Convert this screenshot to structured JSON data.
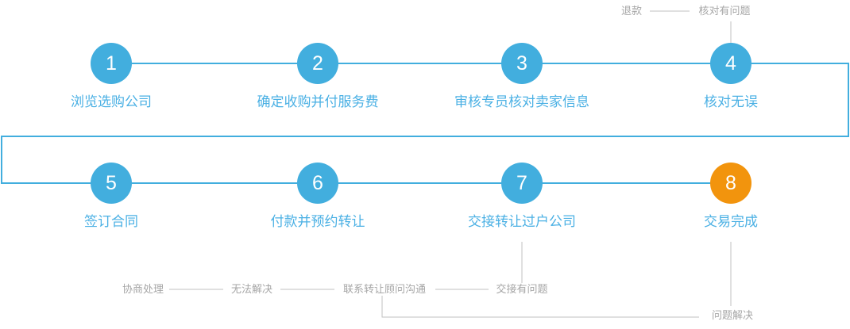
{
  "diagram": {
    "title": "company-transfer-process-flow",
    "colors": {
      "primary": "#42aede",
      "accent": "#f2940d",
      "label": "#4ab0e4",
      "annotation": "#a6a6a6",
      "line": "#42aede",
      "annotation_line": "#bfbfbf",
      "background": "#ffffff"
    },
    "steps": [
      {
        "number": "1",
        "label": "浏览选购公司",
        "state": "normal"
      },
      {
        "number": "2",
        "label": "确定收购并付服务费",
        "state": "normal"
      },
      {
        "number": "3",
        "label": "审核专员核对卖家信息",
        "state": "normal"
      },
      {
        "number": "4",
        "label": "核对无误",
        "state": "normal"
      },
      {
        "number": "5",
        "label": "签订合同",
        "state": "normal"
      },
      {
        "number": "6",
        "label": "付款并预约转让",
        "state": "normal"
      },
      {
        "number": "7",
        "label": "交接转让过户公司",
        "state": "normal"
      },
      {
        "number": "8",
        "label": "交易完成",
        "state": "accent"
      }
    ],
    "annotations": {
      "top": [
        {
          "id": "refund",
          "text": "退款"
        },
        {
          "id": "verification-problem",
          "text": "核对有问题"
        }
      ],
      "bottom": [
        {
          "id": "negotiate",
          "text": "协商处理"
        },
        {
          "id": "unresolved",
          "text": "无法解决"
        },
        {
          "id": "contact-advisor",
          "text": "联系转让顾问沟通"
        },
        {
          "id": "handover-problem",
          "text": "交接有问题"
        },
        {
          "id": "problem-resolved",
          "text": "问题解决"
        }
      ]
    }
  }
}
